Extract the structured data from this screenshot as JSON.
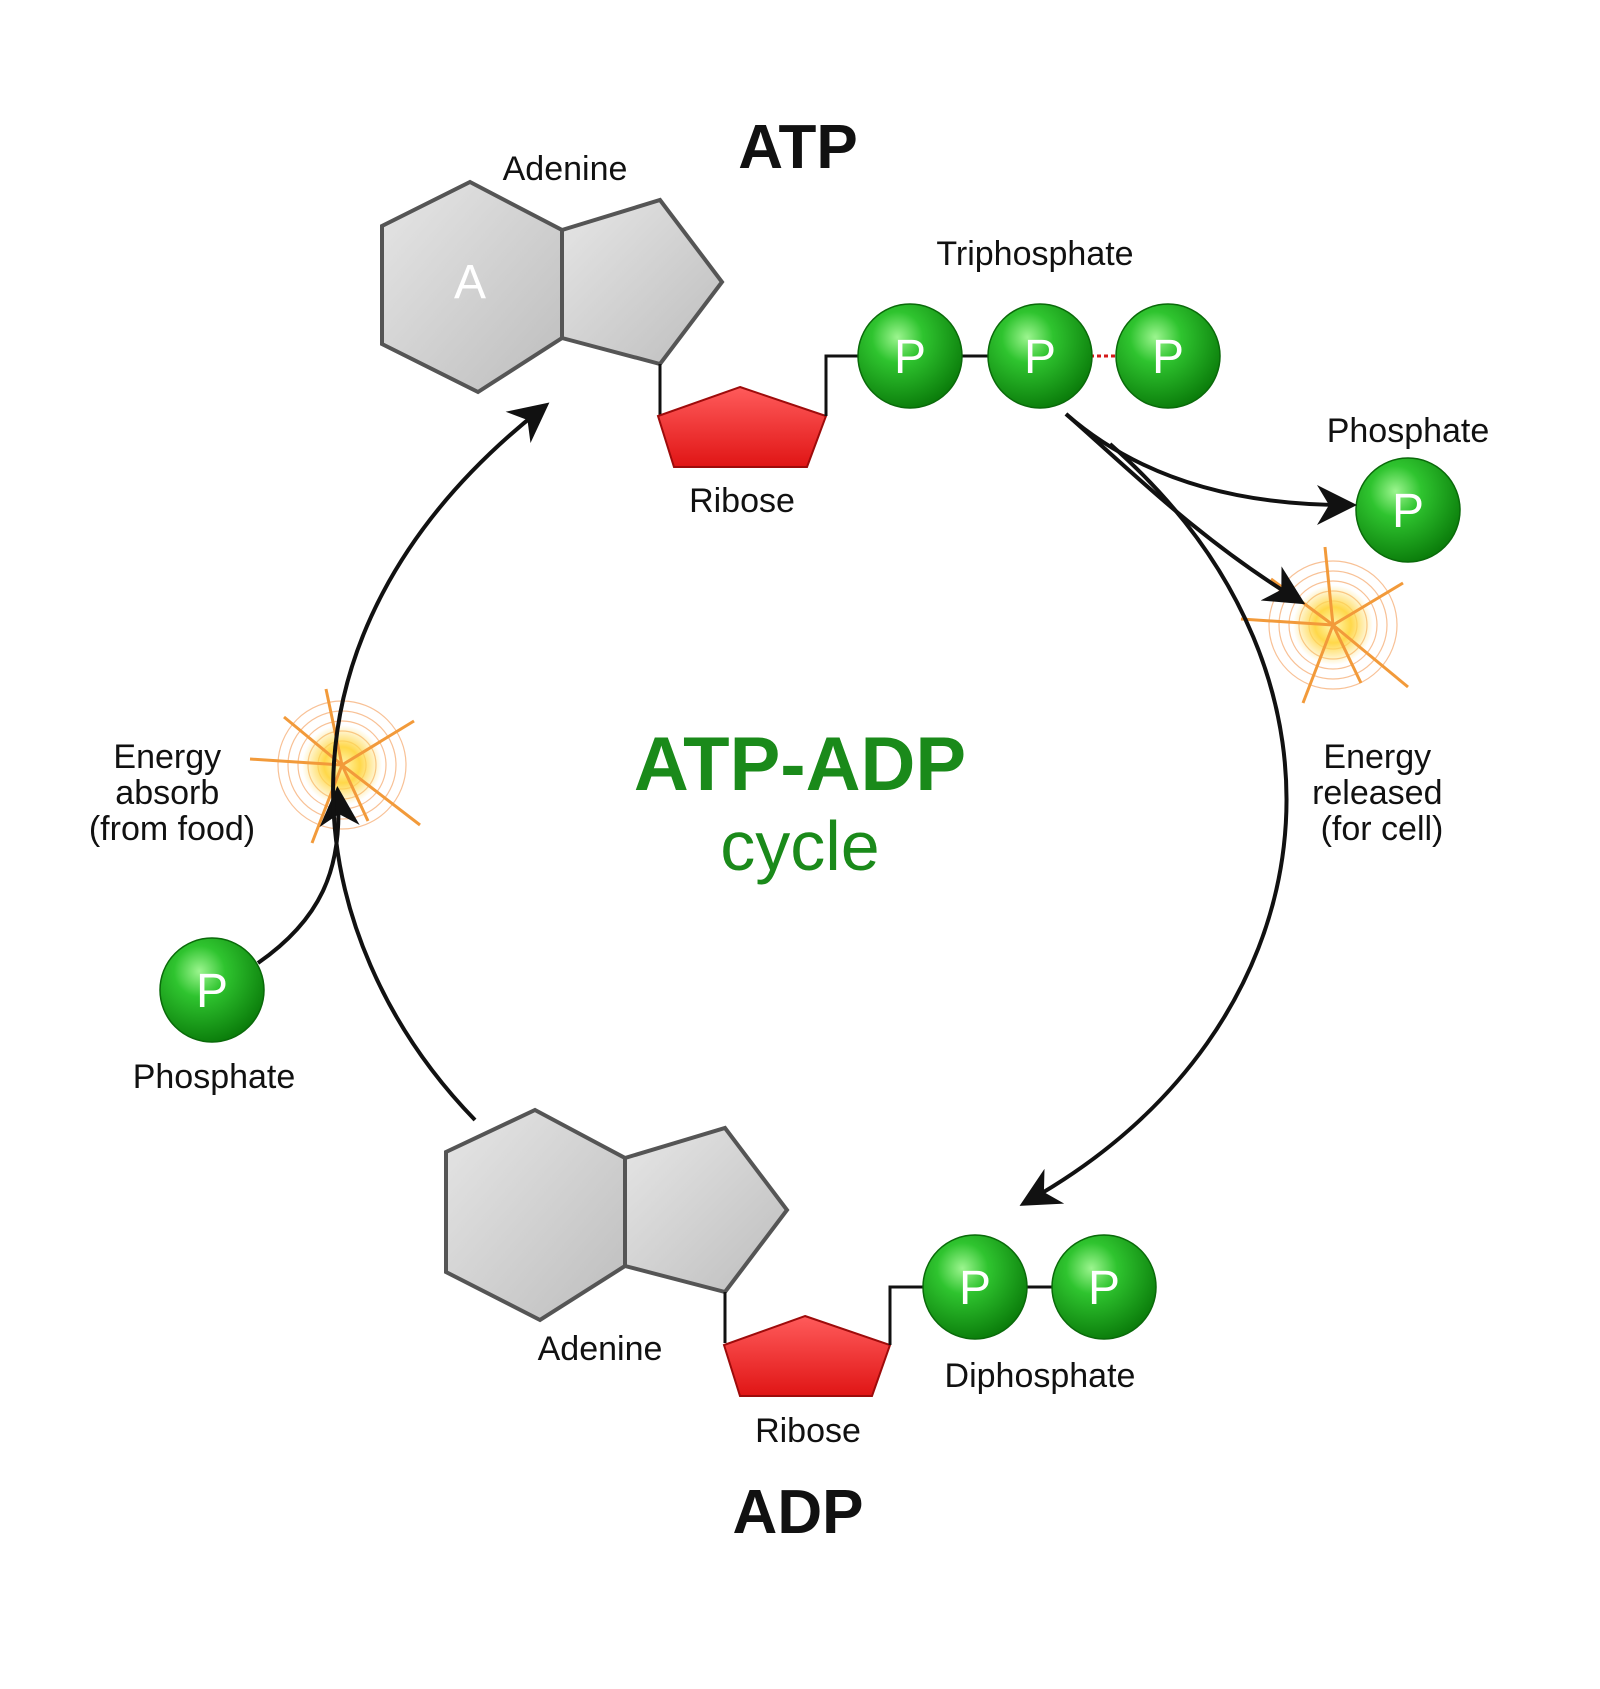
{
  "atp": {
    "title": "ATP",
    "adenine_label": "Adenine",
    "adenine_letter": "A",
    "ribose_label": "Ribose",
    "triphosphate_label": "Triphosphate",
    "phosphate_letters": [
      "P",
      "P",
      "P"
    ]
  },
  "adp": {
    "title": "ADP",
    "adenine_label": "Adenine",
    "ribose_label": "Ribose",
    "diphosphate_label": "Diphosphate",
    "phosphate_letters": [
      "P",
      "P"
    ]
  },
  "center": {
    "title": "ATP-ADP",
    "subtitle": "cycle"
  },
  "released": {
    "phosphate_label": "Phosphate",
    "phosphate_letter": "P",
    "energy_label_lines": [
      "Energy",
      "released",
      "(for cell)"
    ]
  },
  "absorbed": {
    "phosphate_label": "Phosphate",
    "phosphate_letter": "P",
    "energy_label_lines": [
      "Energy",
      "absorb",
      "(from food)"
    ]
  },
  "colors": {
    "center_text": "#1a8a1a",
    "phosphate": "#12a312",
    "ribose": "#e32222",
    "base": "#c9c9c9",
    "energy_core": "#ffd84a",
    "energy_rays": "#f29a3a"
  },
  "icons": [
    "adenine-base-icon",
    "ribose-pentagon-icon",
    "phosphate-sphere-icon",
    "energy-burst-icon",
    "arrow-icon"
  ]
}
